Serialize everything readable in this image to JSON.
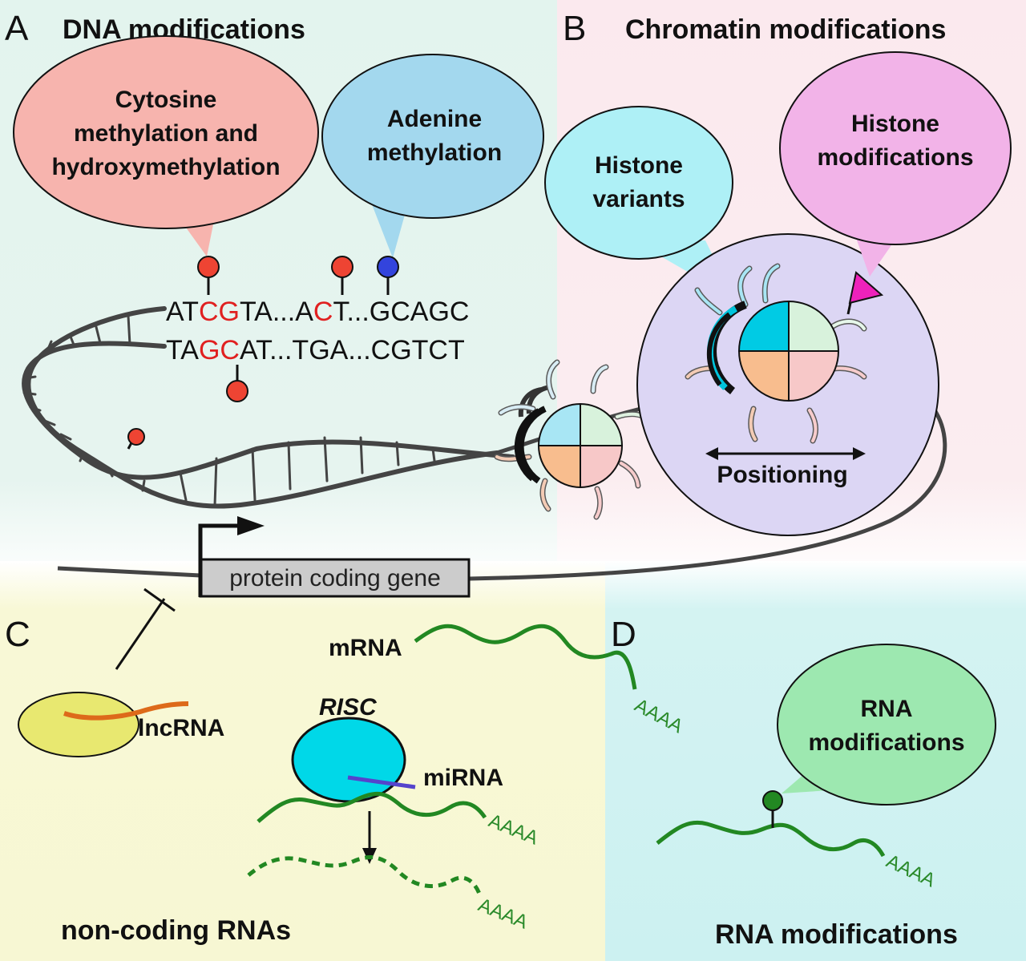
{
  "panels": {
    "a": {
      "letter": "A",
      "title": "DNA modifications"
    },
    "b": {
      "letter": "B",
      "title": "Chromatin modifications"
    },
    "c": {
      "letter": "C",
      "title": "non-coding RNAs"
    },
    "d": {
      "letter": "D",
      "title": "RNA modifications"
    }
  },
  "bubbles": {
    "cytosine": {
      "lines": [
        "Cytosine",
        "methylation and",
        "hydroxymethylation"
      ],
      "color": "#f7b4ae"
    },
    "adenine": {
      "lines": [
        "Adenine",
        "methylation"
      ],
      "color": "#a3d8ee"
    },
    "histone_variants": {
      "lines": [
        "Histone",
        "variants"
      ],
      "color": "#aef0f6"
    },
    "histone_mods": {
      "lines": [
        "Histone",
        "modifications"
      ],
      "color": "#f2b3e8"
    },
    "rna_mods": {
      "lines": [
        "RNA",
        "modifications"
      ],
      "color": "#9de8b0"
    }
  },
  "sequence": {
    "top": [
      {
        "t": "AT",
        "hl": false
      },
      {
        "t": "CG",
        "hl": true
      },
      {
        "t": "TA...A",
        "hl": false
      },
      {
        "t": "C",
        "hl": true
      },
      {
        "t": "T...GCAGC",
        "hl": false
      }
    ],
    "bottom": [
      {
        "t": "TA",
        "hl": false
      },
      {
        "t": "GC",
        "hl": true
      },
      {
        "t": "AT...TGA...CGTCT",
        "hl": false
      }
    ]
  },
  "labels": {
    "positioning": "Positioning",
    "gene": "protein coding gene",
    "mrna": "mRNA",
    "risc": "RISC",
    "mirna": "miRNA",
    "lncrna": "lncRNA",
    "polya": "AAAA"
  },
  "colors": {
    "panel_a_bg": "#e3f4ee",
    "panel_b_bg": "#fbe9ee",
    "panel_c_bg": "#f8f8d6",
    "panel_d_bg": "#d2f3f2",
    "methyl_red": "#ee4433",
    "methyl_blue": "#3344dd",
    "rna_green": "#228822",
    "nucleosome_circle": "#dcd6f4",
    "risc": "#00d8e8",
    "lnc_blob": "#e8e870",
    "lnc_strand": "#dd6a1a",
    "mirna": "#5544cc",
    "flag": "#ee22bb"
  }
}
